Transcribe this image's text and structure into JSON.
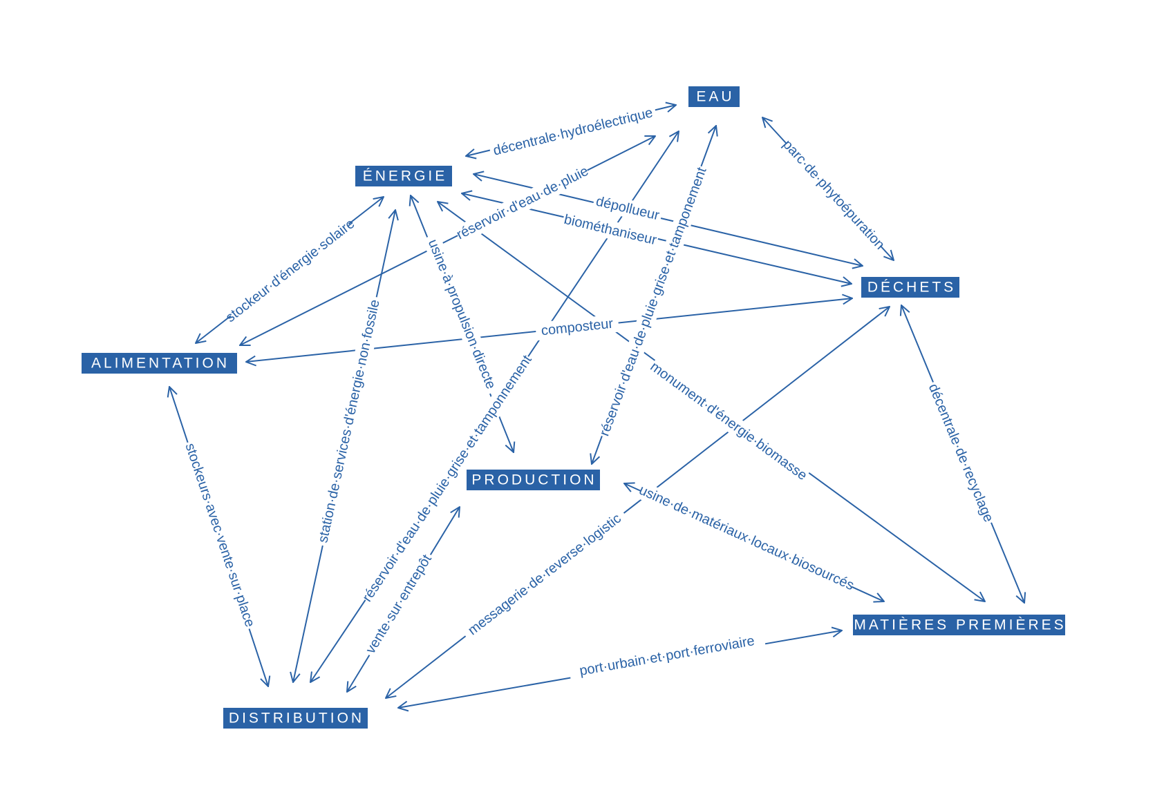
{
  "colors": {
    "accent": "#2a62a6",
    "background": "#ffffff",
    "node_text": "#ffffff"
  },
  "nodes": {
    "eau": "EAU",
    "energie": "ÉNERGIE",
    "dechets": "DÉCHETS",
    "alimentation": "ALIMENTATION",
    "production": "PRODUCTION",
    "matieres": "MATIÈRES PREMIÈRES",
    "distribution": "DISTRIBUTION"
  },
  "edges": [
    {
      "id": "decentrale-hydroelectrique",
      "from": "ÉNERGIE",
      "to": "EAU",
      "label": "décentrale·hydroélectrique"
    },
    {
      "id": "parc-de-phytoepuration",
      "from": "EAU",
      "to": "DÉCHETS",
      "label": "parc·de·phytoépuration"
    },
    {
      "id": "depollueur",
      "from": "ÉNERGIE",
      "to": "DÉCHETS",
      "label": "dépollueur"
    },
    {
      "id": "biomethaniseur",
      "from": "ÉNERGIE",
      "to": "DÉCHETS",
      "label": "biométhaniseur"
    },
    {
      "id": "reservoir-eau-de-pluie",
      "from": "ALIMENTATION",
      "to": "EAU",
      "label": "réservoir·d'eau·de·pluie"
    },
    {
      "id": "stockeur-energie-solaire",
      "from": "ALIMENTATION",
      "to": "ÉNERGIE",
      "label": "stockeur·d'énergie·solaire"
    },
    {
      "id": "composteur",
      "from": "ALIMENTATION",
      "to": "DÉCHETS",
      "label": "composteur"
    },
    {
      "id": "usine-propulsion-directe",
      "from": "ÉNERGIE",
      "to": "PRODUCTION",
      "label": "usine·à·propulsion·directe"
    },
    {
      "id": "reservoir-grise-production",
      "from": "EAU",
      "to": "PRODUCTION",
      "label": "réservoir·d'eau·de·pluie·grise·et·tamponement"
    },
    {
      "id": "reservoir-grise-distribution",
      "from": "EAU",
      "to": "DISTRIBUTION",
      "label": "réservoir·d'eau·de·pluie·grise·et·tamponnement"
    },
    {
      "id": "station-energie-non-fossile",
      "from": "ÉNERGIE",
      "to": "DISTRIBUTION",
      "label": "station·de·services·d'énergie·non·fossile"
    },
    {
      "id": "monument-energie-biomasse",
      "from": "ÉNERGIE",
      "to": "MATIÈRES PREMIÈRES",
      "label": "monument·d'énergie·biomasse"
    },
    {
      "id": "decentrale-de-recyclage",
      "from": "DÉCHETS",
      "to": "MATIÈRES PREMIÈRES",
      "label": "décentrale·de·recyclage"
    },
    {
      "id": "usine-materiaux-biosources",
      "from": "PRODUCTION",
      "to": "MATIÈRES PREMIÈRES",
      "label": "usine·de·matériaux·locaux·biosourcés"
    },
    {
      "id": "messagerie-reverse-logistic",
      "from": "DISTRIBUTION",
      "to": "DÉCHETS",
      "label": "messagerie·de·reverse·logistic"
    },
    {
      "id": "stockeurs-vente-sur-place",
      "from": "ALIMENTATION",
      "to": "DISTRIBUTION",
      "label": "stockeurs·avec·vente·sur·place"
    },
    {
      "id": "vente-sur-entrepot",
      "from": "DISTRIBUTION",
      "to": "PRODUCTION",
      "label": "vente·sur·entrepôt"
    },
    {
      "id": "port-urbain-ferroviaire",
      "from": "DISTRIBUTION",
      "to": "MATIÈRES PREMIÈRES",
      "label": "port·urbain·et·port·ferroviaire"
    }
  ]
}
